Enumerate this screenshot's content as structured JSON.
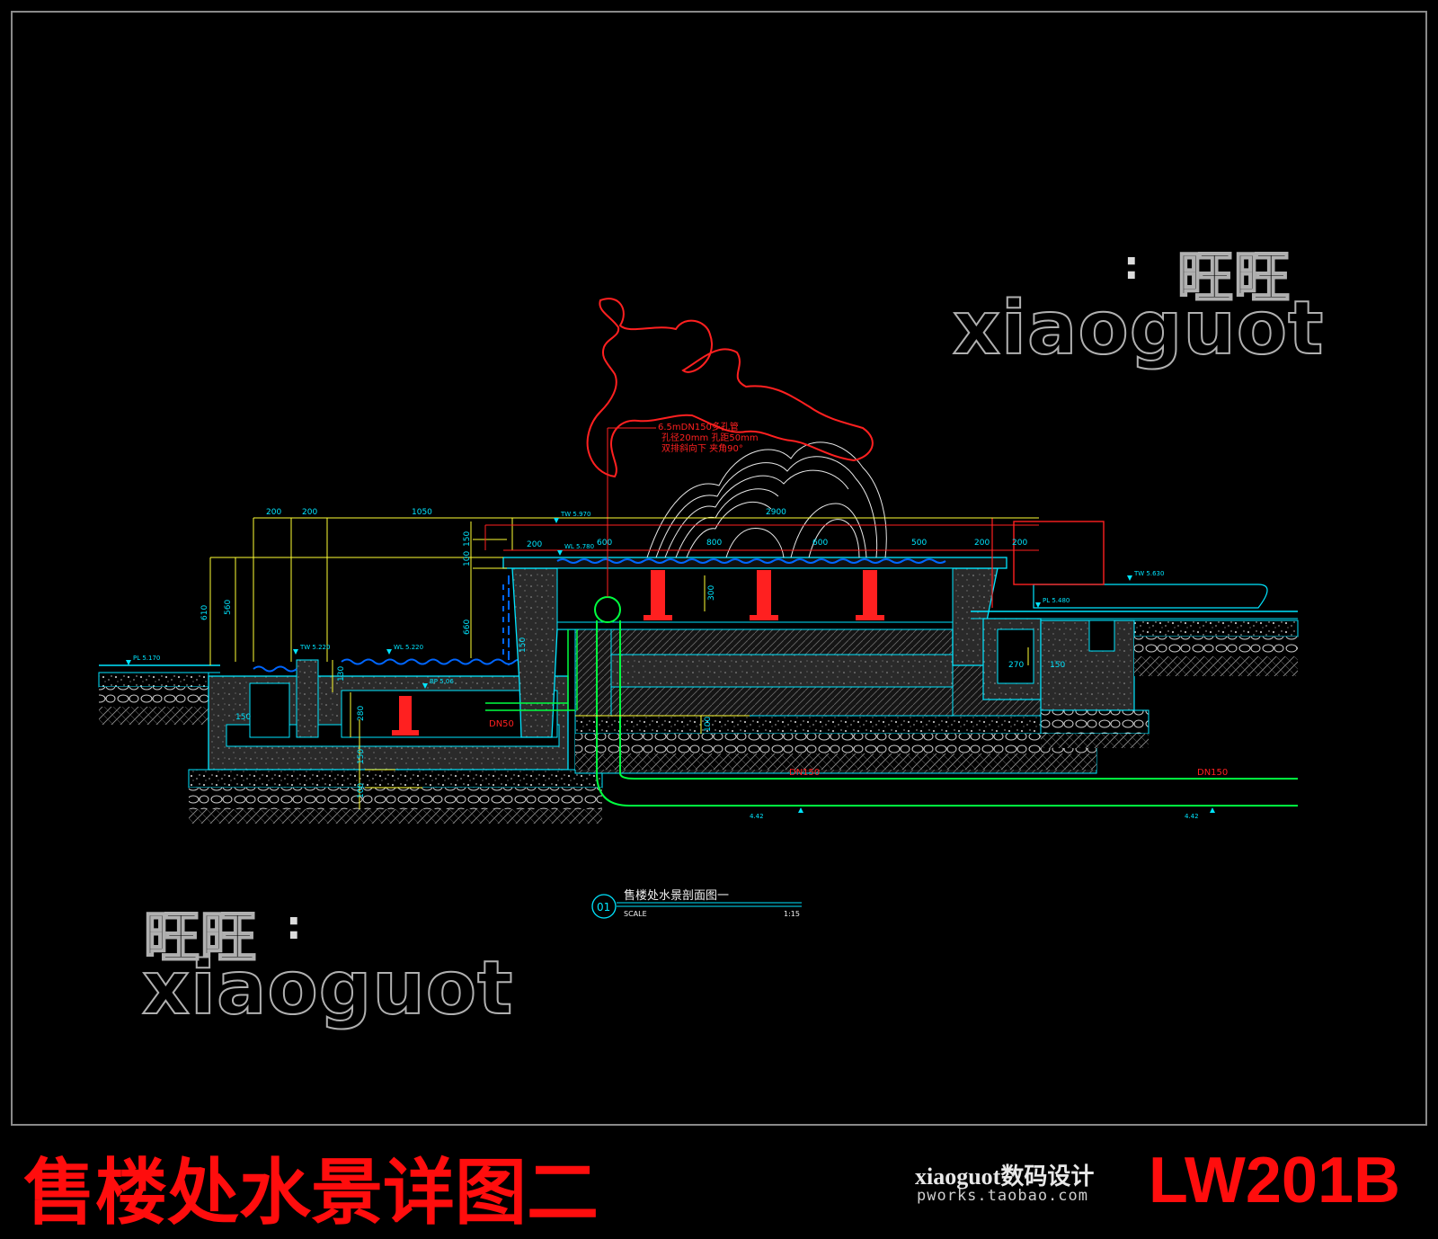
{
  "sheet": {
    "title": "售楼处水景详图二",
    "code": "LW201B",
    "studio": "xiaoguot数码设计",
    "url": "pworks.taobao.com"
  },
  "watermarks": {
    "wangwang": "旺旺",
    "colon": ":",
    "id": "xiaoguot"
  },
  "drawing": {
    "caption": {
      "number": "01",
      "title": "售楼处水景剖面图一",
      "scale_label": "SCALE",
      "scale_value": "1:15"
    },
    "callout": {
      "line1": "6.5mDN150多孔管",
      "line2": "孔径20mm 孔距50mm",
      "line3": "双排斜向下 夹角90°"
    },
    "pipes": {
      "dn150_left": "DN150",
      "dn150_right": "DN150",
      "dn50": "DN50"
    },
    "levels": {
      "tw_top": "TW 5.970",
      "wl_upper": "WL 5.780",
      "tw_right": "TW 5.630",
      "pl_right": "PL 5.480",
      "pl_left": "PL 5.170",
      "tw_left": "TW 5.220",
      "wl_lower": "WL 5.220",
      "bp_lower": "BP 5.06",
      "invert_left": "4.42",
      "invert_right": "4.42"
    },
    "dims_top": [
      "200",
      "200",
      "1050",
      "2900"
    ],
    "dims_upper": [
      "200",
      "600",
      "800",
      "600",
      "500",
      "200",
      "200"
    ],
    "dims_vertical": [
      "610",
      "560",
      "150",
      "100",
      "660",
      "300",
      "130",
      "280",
      "150",
      "100",
      "150",
      "100"
    ],
    "dims_misc": [
      "270",
      "150",
      "150"
    ]
  },
  "colors": {
    "background": "#000000",
    "cyan": "#00e5ff",
    "yellow": "#ffff33",
    "red": "#ff2020",
    "green": "#00ff40",
    "white": "#f0f0f0",
    "title_red": "#ff0d0d"
  }
}
